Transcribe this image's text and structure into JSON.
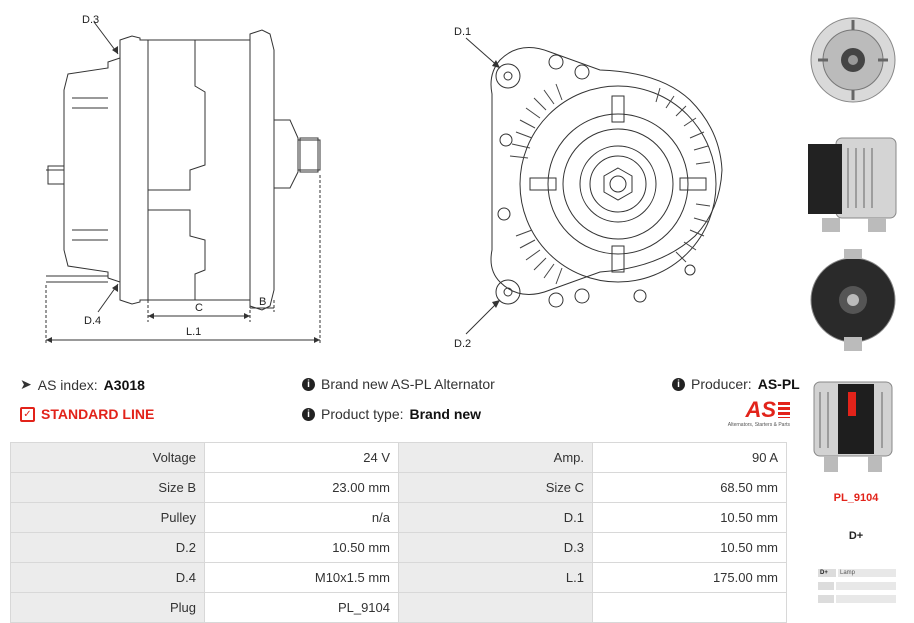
{
  "drawing": {
    "side_labels": {
      "d3": "D.3",
      "d4": "D.4",
      "c": "C",
      "b": "B",
      "l1": "L.1"
    },
    "front_labels": {
      "d1": "D.1",
      "d2": "D.2"
    }
  },
  "info": {
    "as_index_label": "AS index:",
    "as_index_value": "A3018",
    "line_label": "STANDARD LINE",
    "brand_text": "Brand new AS-PL Alternator",
    "product_type_label": "Product type:",
    "product_type_value": "Brand new",
    "producer_label": "Producer:",
    "producer_value": "AS-PL",
    "logo_text": "AS",
    "logo_tagline": "Alternators, Starters & Parts"
  },
  "specs": [
    [
      {
        "label": "Voltage",
        "value": "24 V"
      },
      {
        "label": "Amp.",
        "value": "90 A"
      }
    ],
    [
      {
        "label": "Size B",
        "value": "23.00 mm"
      },
      {
        "label": "Size C",
        "value": "68.50 mm"
      }
    ],
    [
      {
        "label": "Pulley",
        "value": "n/a"
      },
      {
        "label": "D.1",
        "value": "10.50 mm"
      }
    ],
    [
      {
        "label": "D.2",
        "value": "10.50 mm"
      },
      {
        "label": "D.3",
        "value": "10.50 mm"
      }
    ],
    [
      {
        "label": "D.4",
        "value": "M10x1.5 mm"
      },
      {
        "label": "L.1",
        "value": "175.00 mm"
      }
    ],
    [
      {
        "label": "Plug",
        "value": "PL_9104"
      },
      {
        "label": "",
        "value": ""
      }
    ]
  ],
  "sidebar": {
    "plug_code": "PL_9104",
    "terminal": "D+",
    "legend_key": "D+",
    "legend_desc": "Lamp"
  },
  "colors": {
    "accent_red": "#e2231a",
    "label_bg": "#ececec"
  }
}
